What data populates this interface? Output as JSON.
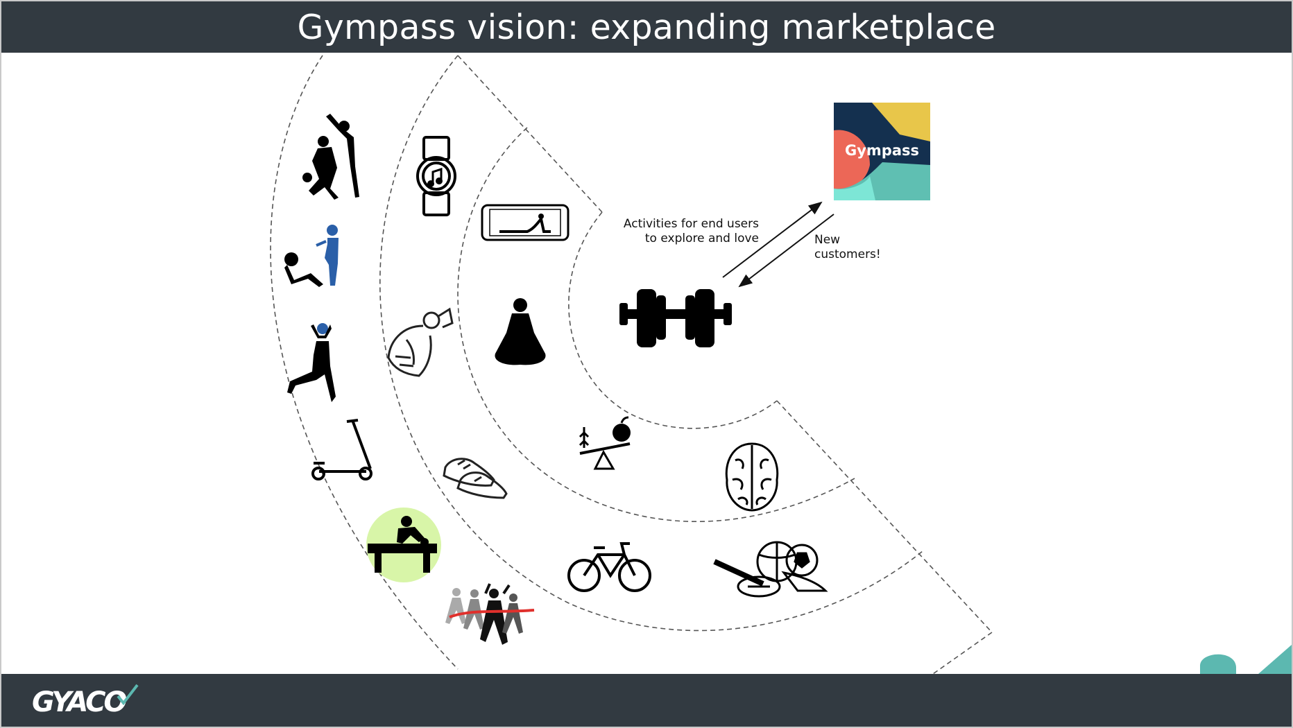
{
  "title": "Gympass vision: expanding marketplace",
  "annotations": {
    "activities_line1": "Activities for end users",
    "activities_line2": "to explore and love",
    "customers_line1": "New",
    "customers_line2": "customers!"
  },
  "brand_logo": {
    "text": "Gympass",
    "colors": [
      "#14304f",
      "#e8c64a",
      "#ec6757",
      "#5fbfb2",
      "#7de6d6"
    ]
  },
  "footer": {
    "logo_text": "GYACO"
  },
  "colors": {
    "title_bar": "#323a41",
    "accent_teal": "#5cb8b0",
    "massage_highlight": "#d8f5a8",
    "icon_blue": "#2a5fa8",
    "finish_tape": "#e0302c"
  },
  "icons": [
    "basketball-players-icon",
    "personal-trainer-situp-icon",
    "volleyball-player-icon",
    "scooter-icon",
    "massage-icon",
    "running-race-icon",
    "smartwatch-icon",
    "bodybuilder-icon",
    "sneakers-icon",
    "phone-yoga-video-icon",
    "meditation-icon",
    "nutrition-balance-icon",
    "bicycle-icon",
    "brain-icon",
    "sports-balls-icon",
    "dumbbell-icon"
  ]
}
